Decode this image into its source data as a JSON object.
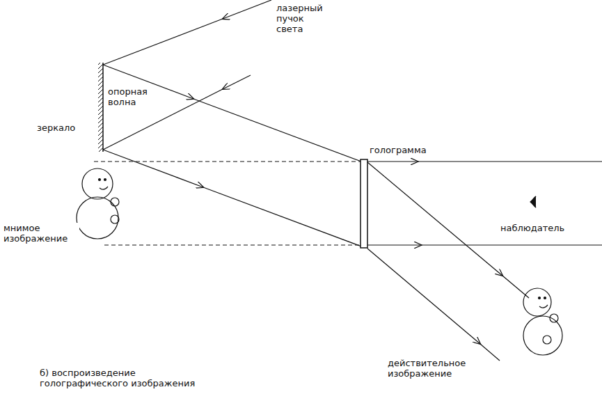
{
  "diagram": {
    "caption": "б) воспроизведение голографического изображения",
    "labels": [
      "лазерный пучок света",
      "зеркало",
      "опорная волна",
      "голограмма",
      "мнимое изображение",
      "наблюдатель",
      "действительное изображение"
    ]
  }
}
